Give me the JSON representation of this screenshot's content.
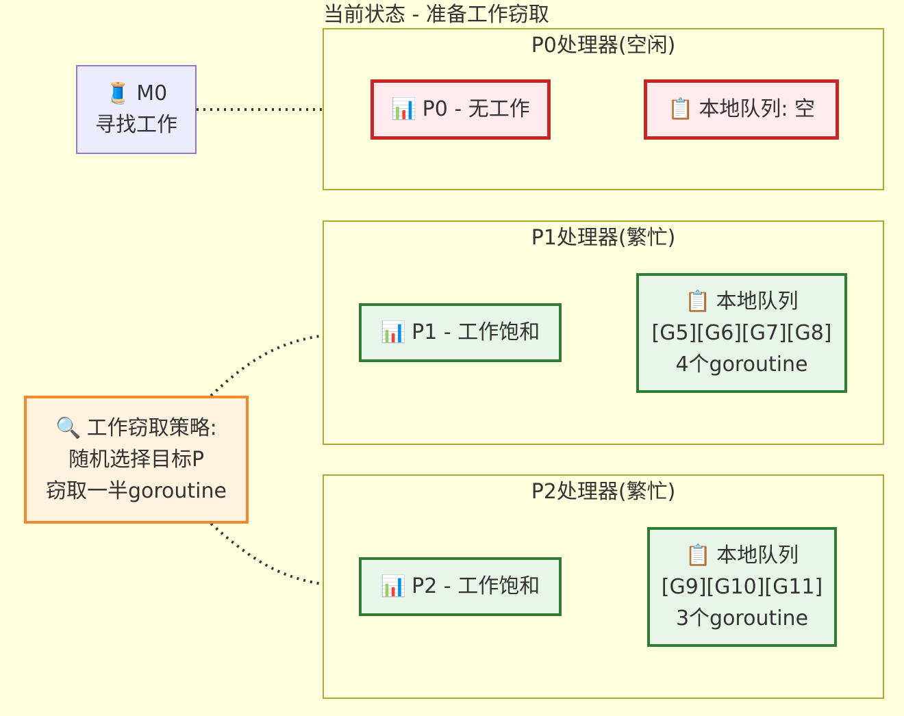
{
  "diagram": {
    "title": "当前状态 - 准备工作窃取",
    "clusters": {
      "p0": {
        "label": "P0处理器(空闲)"
      },
      "p1": {
        "label": "P1处理器(繁忙)"
      },
      "p2": {
        "label": "P2处理器(繁忙)"
      }
    },
    "nodes": {
      "m0": {
        "icon": "🧵",
        "line1": "M0",
        "line2": "寻找工作"
      },
      "p0": {
        "icon": "📊",
        "text": "P0 - 无工作"
      },
      "q0": {
        "icon": "📋",
        "text": "本地队列: 空"
      },
      "p1": {
        "icon": "📊",
        "text": "P1 - 工作饱和"
      },
      "q1": {
        "icon": "📋",
        "line1": "本地队列",
        "line2": "[G5][G6][G7][G8]",
        "line3": "4个goroutine"
      },
      "p2": {
        "icon": "📊",
        "text": "P2 - 工作饱和"
      },
      "q2": {
        "icon": "📋",
        "line1": "本地队列",
        "line2": "[G9][G10][G11]",
        "line3": "3个goroutine"
      },
      "strategy": {
        "icon": "🔍",
        "line1": "工作窃取策略:",
        "line2": "随机选择目标P",
        "line3": "窃取一半goroutine"
      }
    },
    "icons": {
      "thread": "spool-of-thread-icon",
      "processor": "bar-chart-icon",
      "queue": "clipboard-icon",
      "strategy": "magnifying-glass-icon"
    },
    "colors": {
      "background": "#ffffde",
      "cluster_border": "#aaaa33",
      "idle_border": "#c62828",
      "busy_border": "#2e7d32",
      "strategy_border": "#ef8a2e",
      "thread_border": "#9370DB",
      "edge": "#333333"
    }
  }
}
